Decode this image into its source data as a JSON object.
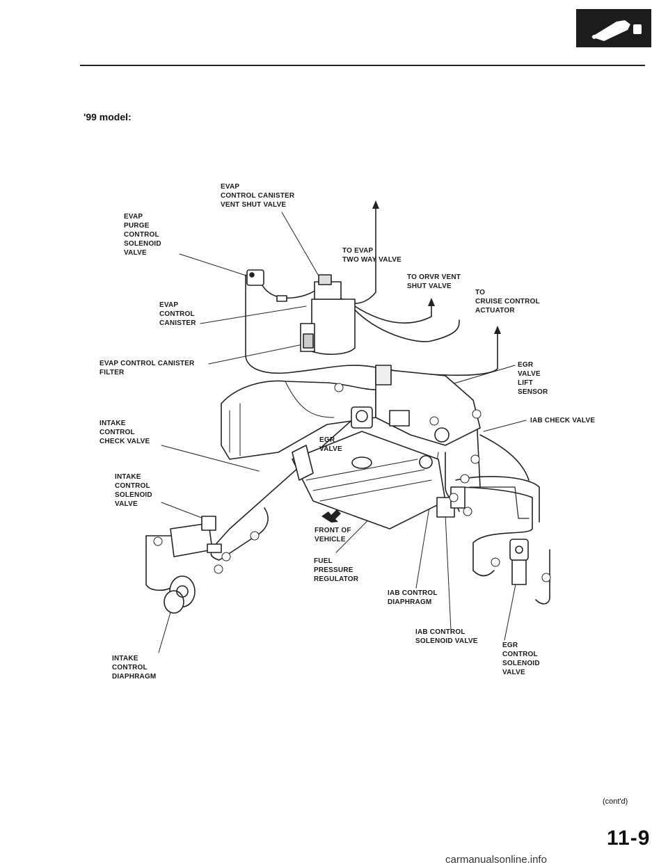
{
  "header": {
    "model_heading": "'99 model:"
  },
  "callouts": {
    "vent_shut_valve": [
      "EVAP",
      "CONTROL CANISTER",
      "VENT SHUT VALVE"
    ],
    "purge_solenoid": [
      "EVAP",
      "PURGE",
      "CONTROL",
      "SOLENOID",
      "VALVE"
    ],
    "to_two_way": [
      "To EVAP",
      "TWO WAY VALVE"
    ],
    "to_orvr": [
      "To ORVR VENT",
      "SHUT VALVE"
    ],
    "to_cruise": [
      "To",
      "CRUISE CONTROL",
      "ACTUATOR"
    ],
    "evap_canister": [
      "EVAP",
      "CONTROL",
      "CANISTER"
    ],
    "canister_filter": [
      "EVAP CONTROL CANISTER",
      "FILTER"
    ],
    "egr_lift_sensor": [
      "EGR",
      "VALVE",
      "LIFT",
      "SENSOR"
    ],
    "intake_check_valve": [
      "INTAKE",
      "CONTROL",
      "CHECK VALVE"
    ],
    "iab_check_valve": [
      "IAB CHECK VALVE"
    ],
    "egr_valve": [
      "EGR",
      "VALVE"
    ],
    "intake_solenoid": [
      "INTAKE",
      "CONTROL",
      "SOLENOID",
      "VALVE"
    ],
    "front_of_vehicle": [
      "FRONT OF",
      "VEHICLE"
    ],
    "fuel_pressure_regulator": [
      "FUEL",
      "PRESSURE",
      "REGULATOR"
    ],
    "iab_diaphragm": [
      "IAB CONTROL",
      "DIAPHRAGM"
    ],
    "iab_solenoid": [
      "IAB CONTROL",
      "SOLENOID VALVE"
    ],
    "egr_solenoid": [
      "EGR",
      "CONTROL",
      "SOLENOID",
      "VALVE"
    ],
    "intake_diaphragm": [
      "INTAKE",
      "CONTROL",
      "DIAPHRAGM"
    ]
  },
  "footer": {
    "contd": "(cont'd)",
    "page_number": "11-9",
    "watermark": "carmanualsonline.info"
  }
}
